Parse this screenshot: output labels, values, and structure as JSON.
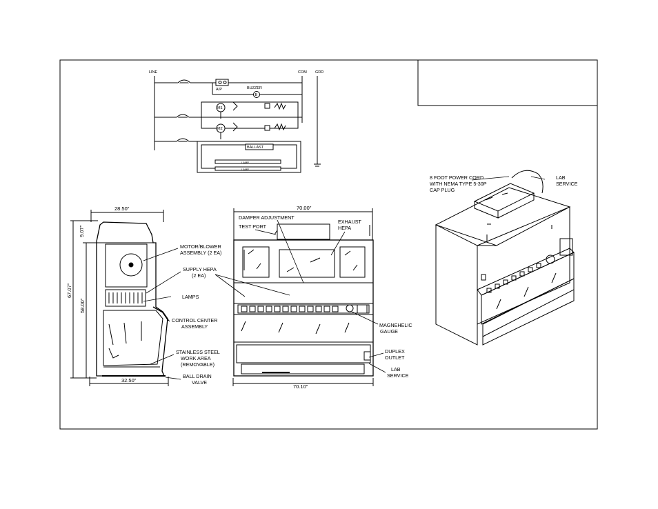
{
  "schematic": {
    "line": "LINE",
    "com": "COM",
    "grd": "GRD",
    "ap": "A/P",
    "buzzer": "BUZZER",
    "buzzer_symbol": "B",
    "m1": "M1",
    "m2": "M2",
    "ballast": "BALLAST",
    "lamp": "LAMP"
  },
  "side_view": {
    "width_top": "28.50\"",
    "width_bottom": "32.50\"",
    "height_top": "9.07\"",
    "height_total": "67.07\"",
    "height_body": "58.00\""
  },
  "front_view": {
    "width_top": "70.00\"",
    "width_bottom": "70.10\""
  },
  "callouts": {
    "motor_blower": [
      "MOTOR/BLOWER",
      "ASSEMBLY (2 EA)"
    ],
    "supply_hepa": [
      "SUPPLY HEPA",
      "(2 EA)"
    ],
    "lamps": [
      "LAMPS"
    ],
    "control_center": [
      "CONTROL CENTER",
      "ASSEMBLY"
    ],
    "work_area": [
      "STAINLESS STEEL",
      "WORK AREA",
      "(REMOVABLE)"
    ],
    "ball_drain": [
      "BALL DRAIN",
      "VALVE"
    ],
    "damper": [
      "DAMPER ADJUSTMENT"
    ],
    "test_port": [
      "TEST PORT"
    ],
    "exhaust_hepa": [
      "EXHAUST",
      "HEPA"
    ],
    "magnehelic": [
      "MAGNEHELIC",
      "GAUGE"
    ],
    "duplex": [
      "DUPLEX",
      "OUTLET"
    ],
    "lab_service_front": [
      "LAB",
      "SERVICE"
    ],
    "power_cord": [
      "8 FOOT POWER CORD",
      "WITH NEMA TYPE 5-30P",
      "CAP PLUG"
    ],
    "lab_service_iso": [
      "LAB",
      "SERVICE"
    ]
  }
}
